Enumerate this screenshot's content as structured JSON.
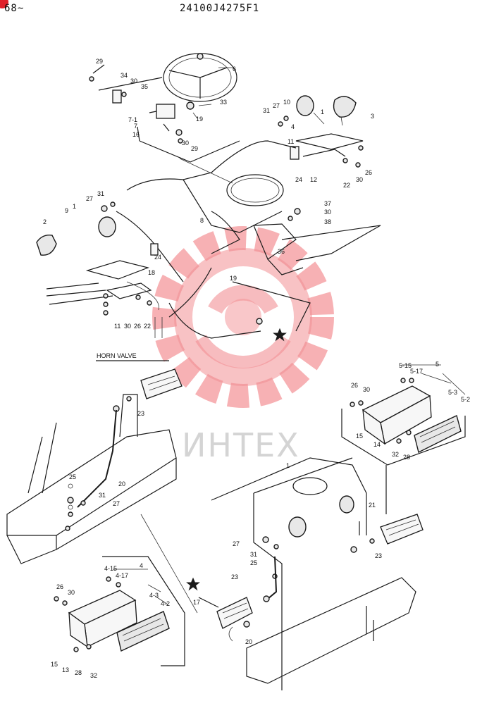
{
  "header": {
    "prefix": "68~",
    "code": "24100J4275F1"
  },
  "watermark": {
    "text": "ИНТЕХ",
    "color": "#e8343c"
  },
  "horn_valve_label": "HORN  VALVE",
  "callouts": [
    {
      "id": "c-29a",
      "text": "29"
    },
    {
      "id": "c-34",
      "text": "34"
    },
    {
      "id": "c-30a",
      "text": "30"
    },
    {
      "id": "c-35",
      "text": "35"
    },
    {
      "id": "c-6",
      "text": "6"
    },
    {
      "id": "c-33",
      "text": "33"
    },
    {
      "id": "c-7-1",
      "text": "7-1"
    },
    {
      "id": "c-7",
      "text": "7"
    },
    {
      "id": "c-19a",
      "text": "19"
    },
    {
      "id": "c-16",
      "text": "16"
    },
    {
      "id": "c-30b",
      "text": "30"
    },
    {
      "id": "c-29b",
      "text": "29"
    },
    {
      "id": "c-31a",
      "text": "31"
    },
    {
      "id": "c-27a",
      "text": "27"
    },
    {
      "id": "c-10",
      "text": "10"
    },
    {
      "id": "c-1a",
      "text": "1"
    },
    {
      "id": "c-3",
      "text": "3"
    },
    {
      "id": "c-4a",
      "text": "4"
    },
    {
      "id": "c-11a",
      "text": "11"
    },
    {
      "id": "c-24a",
      "text": "24"
    },
    {
      "id": "c-12",
      "text": "12"
    },
    {
      "id": "c-22a",
      "text": "22"
    },
    {
      "id": "c-30c",
      "text": "30"
    },
    {
      "id": "c-26a",
      "text": "26"
    },
    {
      "id": "c-27b",
      "text": "27"
    },
    {
      "id": "c-31b",
      "text": "31"
    },
    {
      "id": "c-1b",
      "text": "1"
    },
    {
      "id": "c-9",
      "text": "9"
    },
    {
      "id": "c-2",
      "text": "2"
    },
    {
      "id": "c-24b",
      "text": "24"
    },
    {
      "id": "c-18",
      "text": "18"
    },
    {
      "id": "c-11b",
      "text": "11"
    },
    {
      "id": "c-30d",
      "text": "30"
    },
    {
      "id": "c-26b",
      "text": "26"
    },
    {
      "id": "c-22b",
      "text": "22"
    },
    {
      "id": "c-8",
      "text": "8"
    },
    {
      "id": "c-37",
      "text": "37"
    },
    {
      "id": "c-30e",
      "text": "30"
    },
    {
      "id": "c-38",
      "text": "38"
    },
    {
      "id": "c-36",
      "text": "36"
    },
    {
      "id": "c-19b",
      "text": "19"
    },
    {
      "id": "c-23a",
      "text": "23"
    },
    {
      "id": "c-5",
      "text": "5"
    },
    {
      "id": "c-5-15",
      "text": "5-15"
    },
    {
      "id": "c-5-17",
      "text": "5-17"
    },
    {
      "id": "c-26c",
      "text": "26"
    },
    {
      "id": "c-30f",
      "text": "30"
    },
    {
      "id": "c-5-3",
      "text": "5-3"
    },
    {
      "id": "c-5-2",
      "text": "5-2"
    },
    {
      "id": "c-15a",
      "text": "15"
    },
    {
      "id": "c-14",
      "text": "14"
    },
    {
      "id": "c-32a",
      "text": "32"
    },
    {
      "id": "c-28a",
      "text": "28"
    },
    {
      "id": "c-25a",
      "text": "25"
    },
    {
      "id": "c-20a",
      "text": "20"
    },
    {
      "id": "c-31c",
      "text": "31"
    },
    {
      "id": "c-27c",
      "text": "27"
    },
    {
      "id": "c-1c",
      "text": "1"
    },
    {
      "id": "c-21",
      "text": "21"
    },
    {
      "id": "c-27d",
      "text": "27"
    },
    {
      "id": "c-31d",
      "text": "31"
    },
    {
      "id": "c-25b",
      "text": "25"
    },
    {
      "id": "c-23b",
      "text": "23"
    },
    {
      "id": "c-23c",
      "text": "23"
    },
    {
      "id": "c-17",
      "text": "17"
    },
    {
      "id": "c-20b",
      "text": "20"
    },
    {
      "id": "c-4b",
      "text": "4"
    },
    {
      "id": "c-4-15",
      "text": "4-15"
    },
    {
      "id": "c-4-17",
      "text": "4-17"
    },
    {
      "id": "c-26d",
      "text": "26"
    },
    {
      "id": "c-30g",
      "text": "30"
    },
    {
      "id": "c-4-3",
      "text": "4-3"
    },
    {
      "id": "c-4-2",
      "text": "4-2"
    },
    {
      "id": "c-15b",
      "text": "15"
    },
    {
      "id": "c-13",
      "text": "13"
    },
    {
      "id": "c-28b",
      "text": "28"
    },
    {
      "id": "c-32b",
      "text": "32"
    }
  ]
}
